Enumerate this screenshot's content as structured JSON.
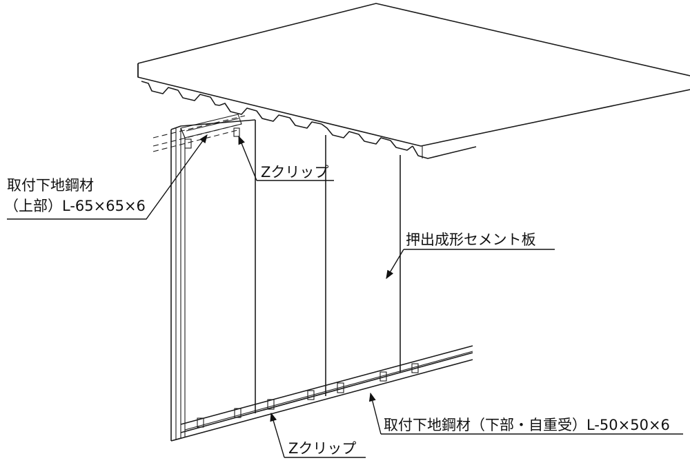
{
  "labels": {
    "upper_angle_line1": "取付下地鋼材",
    "upper_angle_line2": "（上部）L-65×65×6",
    "z_clip_upper": "Zクリップ",
    "panel": "押出成形セメント板",
    "z_clip_lower": "Zクリップ",
    "lower_angle": "取付下地鋼材（下部・自重受）L-50×50×6"
  },
  "colors": {
    "line": "#1a1a1a",
    "background": "#ffffff"
  }
}
